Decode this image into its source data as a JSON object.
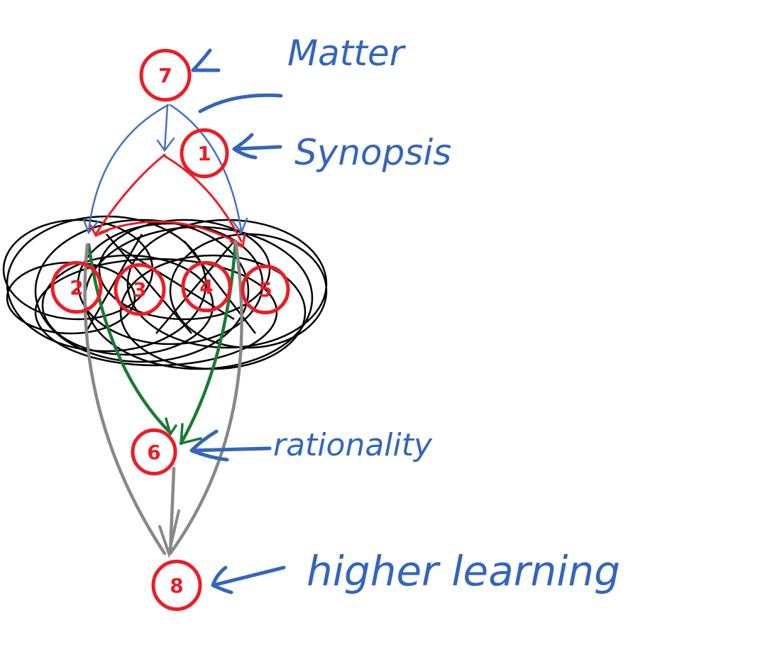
{
  "colors": {
    "node": "#ed1c24",
    "annotation": "#3366bb",
    "blue_edge": "#4472c4",
    "red_edge": "#ed1c24",
    "green_edge": "#1a7a35",
    "gray_edge": "#888888",
    "scribble": "#000000",
    "background": "#ffffff"
  },
  "nodes": [
    {
      "id": "7",
      "label": "7"
    },
    {
      "id": "1",
      "label": "1"
    },
    {
      "id": "2",
      "label": "2"
    },
    {
      "id": "3",
      "label": "3"
    },
    {
      "id": "4",
      "label": "4"
    },
    {
      "id": "5",
      "label": "5"
    },
    {
      "id": "6",
      "label": "6"
    },
    {
      "id": "8",
      "label": "8"
    }
  ],
  "annotations": [
    {
      "target": "7",
      "label": "Matter"
    },
    {
      "target": "1",
      "label": "Synopsis"
    },
    {
      "target": "6",
      "label": "rationality"
    },
    {
      "target": "8",
      "label": "higher learning"
    }
  ],
  "edges": [
    {
      "from": "7",
      "to": "2",
      "color": "blue"
    },
    {
      "from": "7",
      "to": "5",
      "color": "blue"
    },
    {
      "from": "7",
      "to": "1",
      "color": "blue"
    },
    {
      "from": "1",
      "to": "2",
      "color": "red"
    },
    {
      "from": "1",
      "to": "5",
      "color": "red"
    },
    {
      "from": "2",
      "to": "5",
      "color": "red"
    },
    {
      "from": "2",
      "to": "6",
      "color": "green"
    },
    {
      "from": "5",
      "to": "6",
      "color": "green"
    },
    {
      "from": "2",
      "to": "8",
      "color": "gray"
    },
    {
      "from": "5",
      "to": "8",
      "color": "gray"
    },
    {
      "from": "6",
      "to": "8",
      "color": "gray"
    }
  ],
  "cluster": {
    "members": [
      "2",
      "3",
      "4",
      "5"
    ],
    "style": "scribble"
  }
}
